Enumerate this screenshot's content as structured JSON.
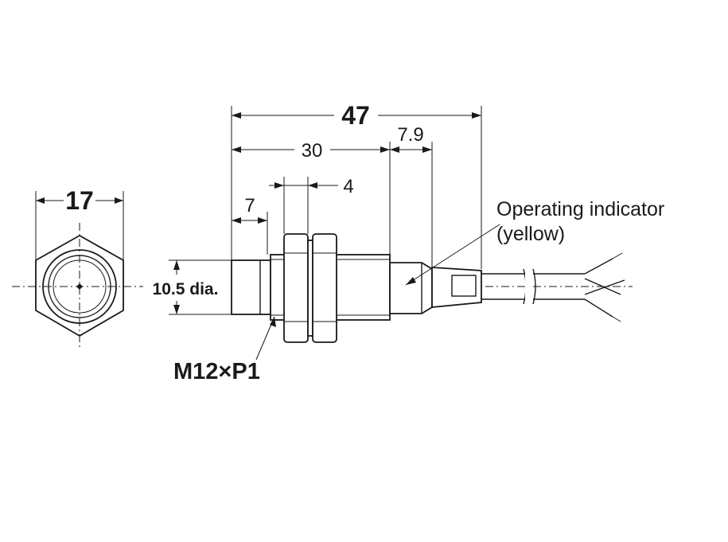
{
  "dimensions": {
    "overall_length": "47",
    "threaded_length": "30",
    "indicator_length": "7.9",
    "nut_width": "4",
    "front_length": "7",
    "hex_across_flats": "17",
    "sensing_diameter": "10.5 dia.",
    "thread_spec": "M12×P1"
  },
  "callout": {
    "line1": "Operating indicator",
    "line2": "(yellow)"
  },
  "colors": {
    "line": "#1a1a1a",
    "background": "#ffffff"
  }
}
